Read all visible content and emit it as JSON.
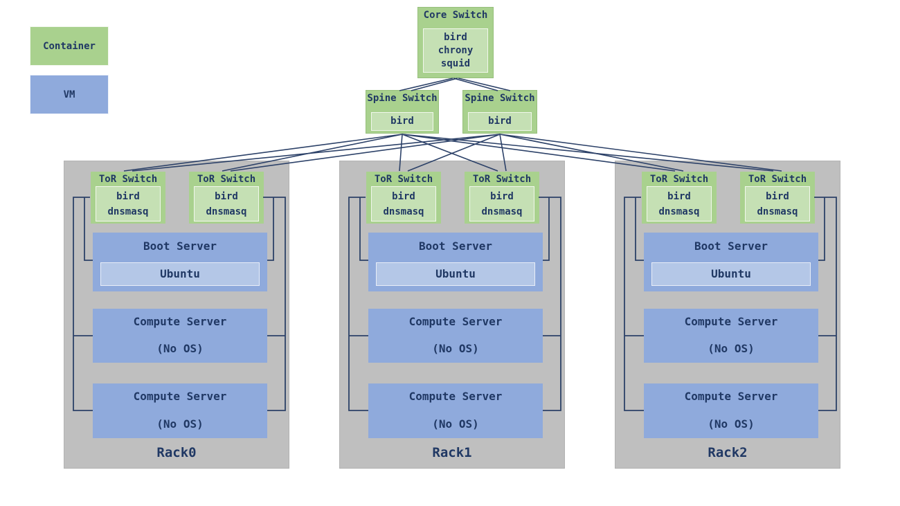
{
  "legend": {
    "items": [
      {
        "label": "Container",
        "swatch_color": "#A9D18E"
      },
      {
        "label": "VM",
        "swatch_color": "#8FAADC"
      }
    ]
  },
  "topology": {
    "core_switch": {
      "title": "Core Switch",
      "services": [
        "bird",
        "chrony",
        "squid"
      ]
    },
    "spine_switches": [
      {
        "title": "Spine Switch",
        "services": [
          "bird"
        ]
      },
      {
        "title": "Spine Switch",
        "services": [
          "bird"
        ]
      }
    ],
    "racks": [
      {
        "name": "Rack0",
        "tor_switches": [
          {
            "title": "ToR Switch",
            "services": [
              "bird",
              "dnsmasq"
            ]
          },
          {
            "title": "ToR Switch",
            "services": [
              "bird",
              "dnsmasq"
            ]
          }
        ],
        "boot_server": {
          "title": "Boot Server",
          "os": "Ubuntu"
        },
        "compute_servers": [
          {
            "title": "Compute Server",
            "os": "(No OS)"
          },
          {
            "title": "Compute Server",
            "os": "(No OS)"
          }
        ]
      },
      {
        "name": "Rack1",
        "tor_switches": [
          {
            "title": "ToR Switch",
            "services": [
              "bird",
              "dnsmasq"
            ]
          },
          {
            "title": "ToR Switch",
            "services": [
              "bird",
              "dnsmasq"
            ]
          }
        ],
        "boot_server": {
          "title": "Boot Server",
          "os": "Ubuntu"
        },
        "compute_servers": [
          {
            "title": "Compute Server",
            "os": "(No OS)"
          },
          {
            "title": "Compute Server",
            "os": "(No OS)"
          }
        ]
      },
      {
        "name": "Rack2",
        "tor_switches": [
          {
            "title": "ToR Switch",
            "services": [
              "bird",
              "dnsmasq"
            ]
          },
          {
            "title": "ToR Switch",
            "services": [
              "bird",
              "dnsmasq"
            ]
          }
        ],
        "boot_server": {
          "title": "Boot Server",
          "os": "Ubuntu"
        },
        "compute_servers": [
          {
            "title": "Compute Server",
            "os": "(No OS)"
          },
          {
            "title": "Compute Server",
            "os": "(No OS)"
          }
        ]
      }
    ]
  },
  "colors": {
    "container": "#A9D18E",
    "container_inner": "#C5E0B4",
    "vm": "#8FAADC",
    "vm_inner": "#B4C7E7",
    "rack_background": "#BFBFBF",
    "text": "#203864",
    "wire": "#2C4168"
  }
}
